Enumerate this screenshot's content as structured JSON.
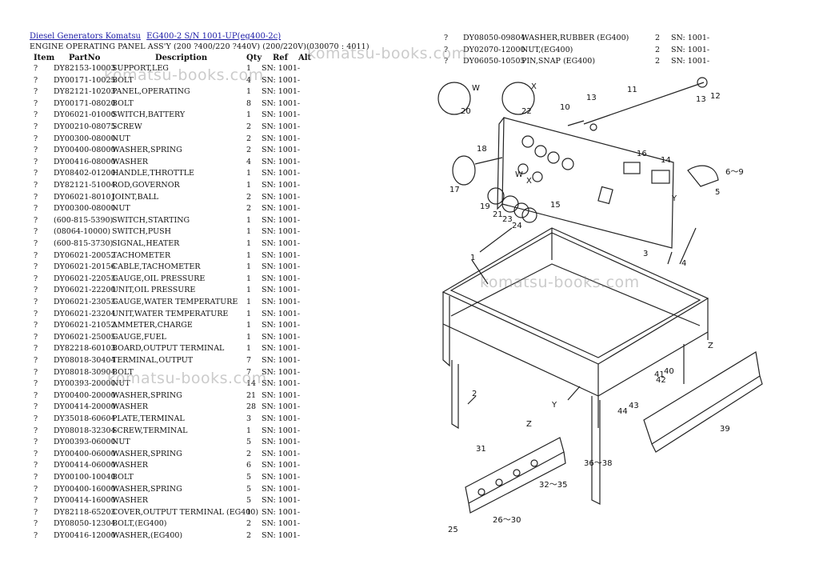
{
  "breadcrumb": {
    "link1": "Diesel Generators Komatsu",
    "link2": "EG400-2 S/N 1001-UP(eg400-2c)"
  },
  "page_title": "ENGINE OPERATING PANEL ASS'Y (200 ?400/220 ?440V) (200/220V)(030070 : 4011)",
  "columns": {
    "item": "Item",
    "partno": "PartNo",
    "description": "Description",
    "qty": "Qty",
    "ref": "Ref",
    "alt": "Alt"
  },
  "parts_left": [
    {
      "item": "?",
      "part": "DY82153-10003",
      "desc": "SUPPORT,LEG",
      "qty": "1",
      "ref": "SN: 1001-"
    },
    {
      "item": "?",
      "part": "DY00171-10025",
      "desc": "BOLT",
      "qty": "4",
      "ref": "SN: 1001-"
    },
    {
      "item": "?",
      "part": "DY82121-10203",
      "desc": "PANEL,OPERATING",
      "qty": "1",
      "ref": "SN: 1001-"
    },
    {
      "item": "?",
      "part": "DY00171-08020",
      "desc": "BOLT",
      "qty": "8",
      "ref": "SN: 1001-"
    },
    {
      "item": "?",
      "part": "DY06021-01000",
      "desc": "SWITCH,BATTERY",
      "qty": "1",
      "ref": "SN: 1001-"
    },
    {
      "item": "?",
      "part": "DY00210-08075",
      "desc": "SCREW",
      "qty": "2",
      "ref": "SN: 1001-"
    },
    {
      "item": "?",
      "part": "DY00300-08000",
      "desc": "NUT",
      "qty": "2",
      "ref": "SN: 1001-"
    },
    {
      "item": "?",
      "part": "DY00400-08000",
      "desc": "WASHER,SPRING",
      "qty": "2",
      "ref": "SN: 1001-"
    },
    {
      "item": "?",
      "part": "DY00416-08000",
      "desc": "WASHER",
      "qty": "4",
      "ref": "SN: 1001-"
    },
    {
      "item": "?",
      "part": "DY08402-01200",
      "desc": "HANDLE,THROTTLE",
      "qty": "1",
      "ref": "SN: 1001-"
    },
    {
      "item": "?",
      "part": "DY82121-51004",
      "desc": "ROD,GOVERNOR",
      "qty": "1",
      "ref": "SN: 1001-"
    },
    {
      "item": "?",
      "part": "DY06021-80101",
      "desc": "JOINT,BALL",
      "qty": "2",
      "ref": "SN: 1001-"
    },
    {
      "item": "?",
      "part": "DY00300-08000",
      "desc": "NUT",
      "qty": "2",
      "ref": "SN: 1001-"
    },
    {
      "item": "?",
      "part": "(600-815-5390)",
      "desc": "SWITCH,STARTING",
      "qty": "1",
      "ref": "SN: 1001-"
    },
    {
      "item": "?",
      "part": "(08064-10000)",
      "desc": "SWITCH,PUSH",
      "qty": "1",
      "ref": "SN: 1001-"
    },
    {
      "item": "?",
      "part": "(600-815-3730)",
      "desc": "SIGNAL,HEATER",
      "qty": "1",
      "ref": "SN: 1001-"
    },
    {
      "item": "?",
      "part": "DY06021-20052",
      "desc": "TACHOMETER",
      "qty": "1",
      "ref": "SN: 1001-"
    },
    {
      "item": "?",
      "part": "DY06021-20156",
      "desc": "CABLE,TACHOMETER",
      "qty": "1",
      "ref": "SN: 1001-"
    },
    {
      "item": "?",
      "part": "DY06021-22053",
      "desc": "GAUGE,OIL PRESSURE",
      "qty": "1",
      "ref": "SN: 1001-"
    },
    {
      "item": "?",
      "part": "DY06021-22200",
      "desc": "UNIT,OIL PRESSURE",
      "qty": "1",
      "ref": "SN: 1001-"
    },
    {
      "item": "?",
      "part": "DY06021-23053",
      "desc": "GAUGE,WATER TEMPERATURE",
      "qty": "1",
      "ref": "SN: 1001-"
    },
    {
      "item": "?",
      "part": "DY06021-23204",
      "desc": "UNIT,WATER TEMPERATURE",
      "qty": "1",
      "ref": "SN: 1001-"
    },
    {
      "item": "?",
      "part": "DY06021-21052",
      "desc": "AMMETER,CHARGE",
      "qty": "1",
      "ref": "SN: 1001-"
    },
    {
      "item": "?",
      "part": "DY06021-25005",
      "desc": "GAUGE,FUEL",
      "qty": "1",
      "ref": "SN: 1001-"
    },
    {
      "item": "?",
      "part": "DY82218-60103",
      "desc": "BOARD,OUTPUT TERMINAL",
      "qty": "1",
      "ref": "SN: 1001-"
    },
    {
      "item": "?",
      "part": "DY08018-30404",
      "desc": "TERMINAL,OUTPUT",
      "qty": "7",
      "ref": "SN: 1001-"
    },
    {
      "item": "?",
      "part": "DY08018-30904",
      "desc": "BOLT",
      "qty": "7",
      "ref": "SN: 1001-"
    },
    {
      "item": "?",
      "part": "DY00393-20000",
      "desc": "NUT",
      "qty": "14",
      "ref": "SN: 1001-"
    },
    {
      "item": "?",
      "part": "DY00400-20000",
      "desc": "WASHER,SPRING",
      "qty": "21",
      "ref": "SN: 1001-"
    },
    {
      "item": "?",
      "part": "DY00414-20000",
      "desc": "WASHER",
      "qty": "28",
      "ref": "SN: 1001-"
    },
    {
      "item": "?",
      "part": "DY35018-60604",
      "desc": "PLATE,TERMINAL",
      "qty": "3",
      "ref": "SN: 1001-"
    },
    {
      "item": "?",
      "part": "DY08018-32304",
      "desc": "SCREW,TERMINAL",
      "qty": "1",
      "ref": "SN: 1001-"
    },
    {
      "item": "?",
      "part": "DY00393-06000",
      "desc": "NUT",
      "qty": "5",
      "ref": "SN: 1001-"
    },
    {
      "item": "?",
      "part": "DY00400-06000",
      "desc": "WASHER,SPRING",
      "qty": "2",
      "ref": "SN: 1001-"
    },
    {
      "item": "?",
      "part": "DY00414-06000",
      "desc": "WASHER",
      "qty": "6",
      "ref": "SN: 1001-"
    },
    {
      "item": "?",
      "part": "DY00100-10040",
      "desc": "BOLT",
      "qty": "5",
      "ref": "SN: 1001-"
    },
    {
      "item": "?",
      "part": "DY00400-16000",
      "desc": "WASHER,SPRING",
      "qty": "5",
      "ref": "SN: 1001-"
    },
    {
      "item": "?",
      "part": "DY00414-16000",
      "desc": "WASHER",
      "qty": "5",
      "ref": "SN: 1001-"
    },
    {
      "item": "?",
      "part": "DY82118-65203",
      "desc": "COVER,OUTPUT TERMINAL (EG400)",
      "qty": "1",
      "ref": "SN: 1001-"
    },
    {
      "item": "?",
      "part": "DY08050-12304",
      "desc": "BOLT,(EG400)",
      "qty": "2",
      "ref": "SN: 1001-"
    },
    {
      "item": "?",
      "part": "DY00416-12000",
      "desc": "WASHER,(EG400)",
      "qty": "2",
      "ref": "SN: 1001-"
    }
  ],
  "parts_right": [
    {
      "item": "?",
      "part": "DY08050-09804",
      "desc": "WASHER,RUBBER (EG400)",
      "qty": "2",
      "ref": "SN: 1001-"
    },
    {
      "item": "?",
      "part": "DY02070-12000",
      "desc": "NUT,(EG400)",
      "qty": "2",
      "ref": "SN: 1001-"
    },
    {
      "item": "?",
      "part": "DY06050-10505",
      "desc": "PIN,SNAP (EG400)",
      "qty": "2",
      "ref": "SN: 1001-"
    }
  ],
  "watermark": "komatsu-books.com",
  "diagram_labels": [
    "W",
    "X",
    "20",
    "22",
    "11",
    "12",
    "13",
    "13",
    "10",
    "18",
    "16",
    "14",
    "6~9",
    "5",
    "17",
    "W",
    "X",
    "19",
    "21",
    "23",
    "24",
    "15",
    "Y",
    "3",
    "4",
    "1",
    "2",
    "Y",
    "Z",
    "42",
    "41",
    "40",
    "44",
    "43",
    "39",
    "Z",
    "31",
    "36~38",
    "32~35",
    "25",
    "26~30"
  ],
  "colors": {
    "link": "#1a1aa6",
    "text": "#111111",
    "watermark": "#8c8c8c"
  }
}
